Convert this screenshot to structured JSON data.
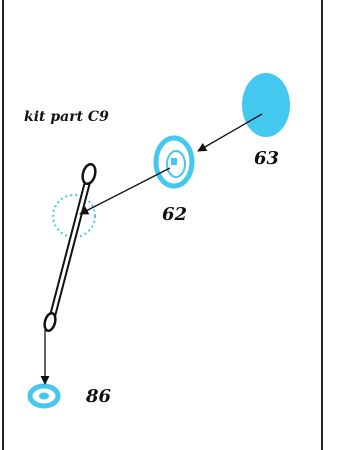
{
  "diagram": {
    "kit_label": "kit part C9",
    "parts": [
      {
        "number": "63",
        "name": "disc"
      },
      {
        "number": "62",
        "name": "ring"
      },
      {
        "number": "86",
        "name": "washer"
      }
    ],
    "colors": {
      "accent": "#45c8f0",
      "ink": "#111111",
      "frame": "#222222",
      "background": "#ffffff"
    }
  }
}
